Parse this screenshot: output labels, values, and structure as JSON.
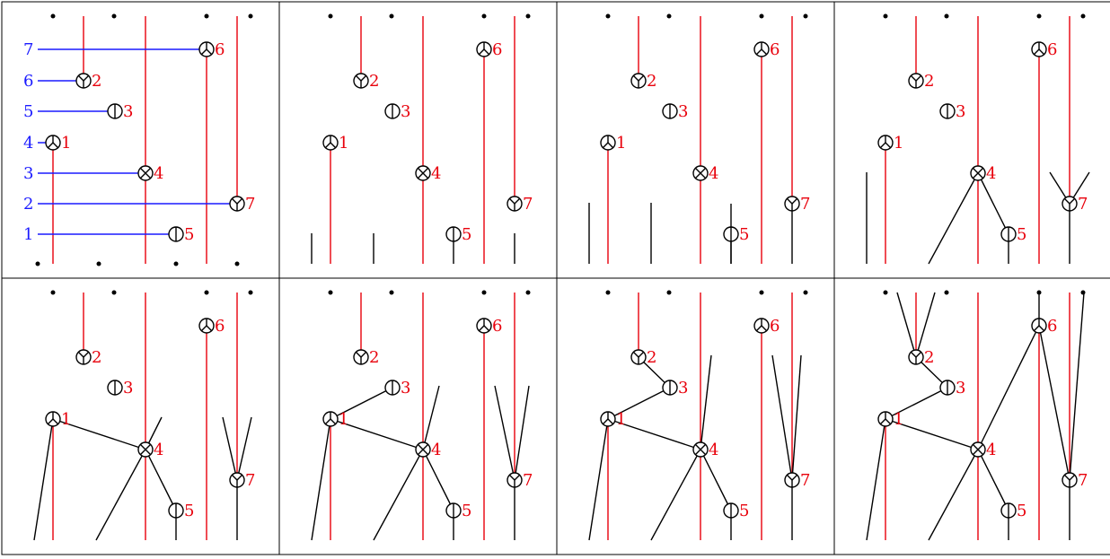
{
  "colors": {
    "red": "#e8000b",
    "blue": "#1a1aff",
    "black": "#000000"
  },
  "row_labels": [
    "7",
    "6",
    "5",
    "4",
    "3",
    "2",
    "1"
  ],
  "vertices": [
    {
      "id": "1",
      "label": "1",
      "icon": "peace-sign-icon"
    },
    {
      "id": "2",
      "label": "2",
      "icon": "y-fork-icon"
    },
    {
      "id": "3",
      "label": "3",
      "icon": "circle-bar-icon"
    },
    {
      "id": "4",
      "label": "4",
      "icon": "circle-x-icon"
    },
    {
      "id": "5",
      "label": "5",
      "icon": "circle-bar-icon"
    },
    {
      "id": "6",
      "label": "6",
      "icon": "peace-sign-icon"
    },
    {
      "id": "7",
      "label": "7",
      "icon": "y-fork-icon"
    }
  ],
  "panels": [
    {
      "index": 1
    },
    {
      "index": 2
    },
    {
      "index": 3
    },
    {
      "index": 4
    },
    {
      "index": 5
    },
    {
      "index": 6
    },
    {
      "index": 7
    },
    {
      "index": 8
    }
  ]
}
